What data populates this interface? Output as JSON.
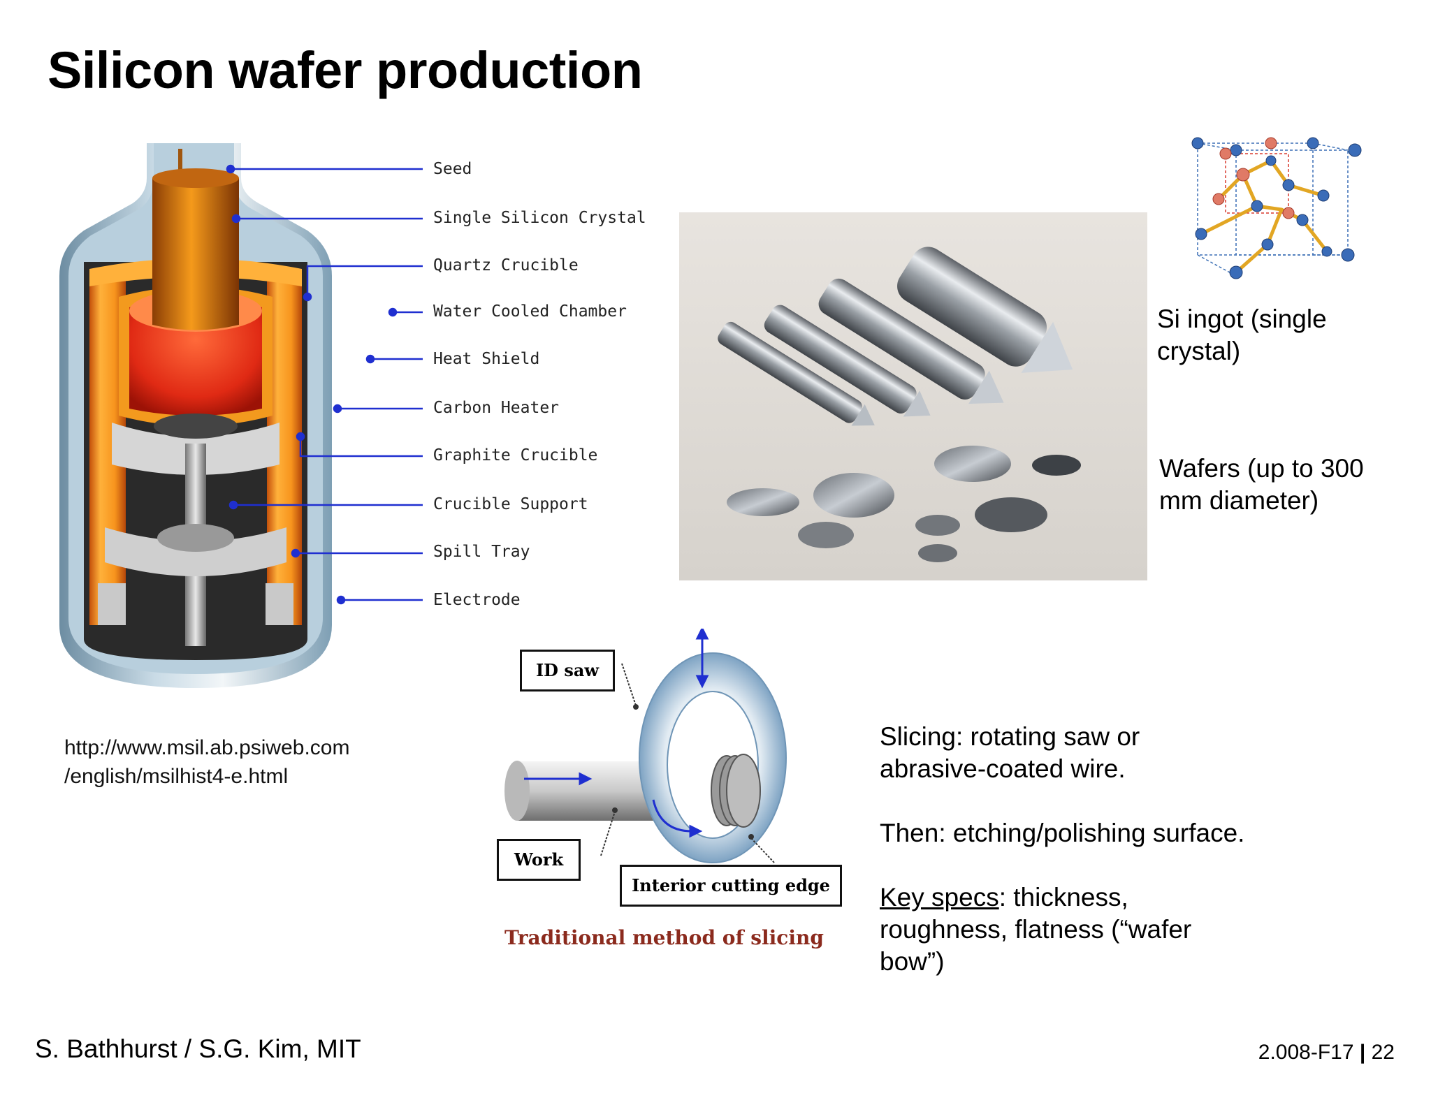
{
  "slide": {
    "title": "Silicon wafer production",
    "footer_left": "S. Bathhurst / S.G. Kim, MIT",
    "footer_course": "2.008-F17",
    "footer_sep": "|",
    "footer_page": "22"
  },
  "furnace": {
    "labels": [
      "Seed",
      "Single Silicon Crystal",
      "Quartz Crucible",
      "Water Cooled Chamber",
      "Heat Shield",
      "Carbon Heater",
      "Graphite Crucible",
      "Crucible Support",
      "Spill Tray",
      "Electrode"
    ],
    "source_url_line1": "http://www.msil.ab.psiweb.com",
    "source_url_line2": "/english/msilhist4-e.html"
  },
  "ingot_caption": {
    "line1": "Si ingot (single",
    "line2": "crystal)"
  },
  "wafer_caption": {
    "line1": "Wafers (up to 300",
    "line2": "mm diameter)"
  },
  "saw_diagram": {
    "id_saw_label": "ID saw",
    "work_label": "Work",
    "edge_label": "Interior cutting edge",
    "caption": "Traditional method of slicing"
  },
  "notes": {
    "slicing_line1": "Slicing: rotating saw or",
    "slicing_line2": "abrasive-coated wire.",
    "then_line": "Then: etching/polishing surface.",
    "key_specs_label": "Key specs",
    "key_specs_rest1": ": thickness,",
    "key_specs_line2": "roughness, flatness (“wafer",
    "key_specs_line3": "bow”)"
  },
  "colors": {
    "leader_blue": "#1f2fd0",
    "caption_red": "#8b2a1d",
    "chamber_blue": "#8fb6cf",
    "furnace_orange": "#f39a1e"
  }
}
